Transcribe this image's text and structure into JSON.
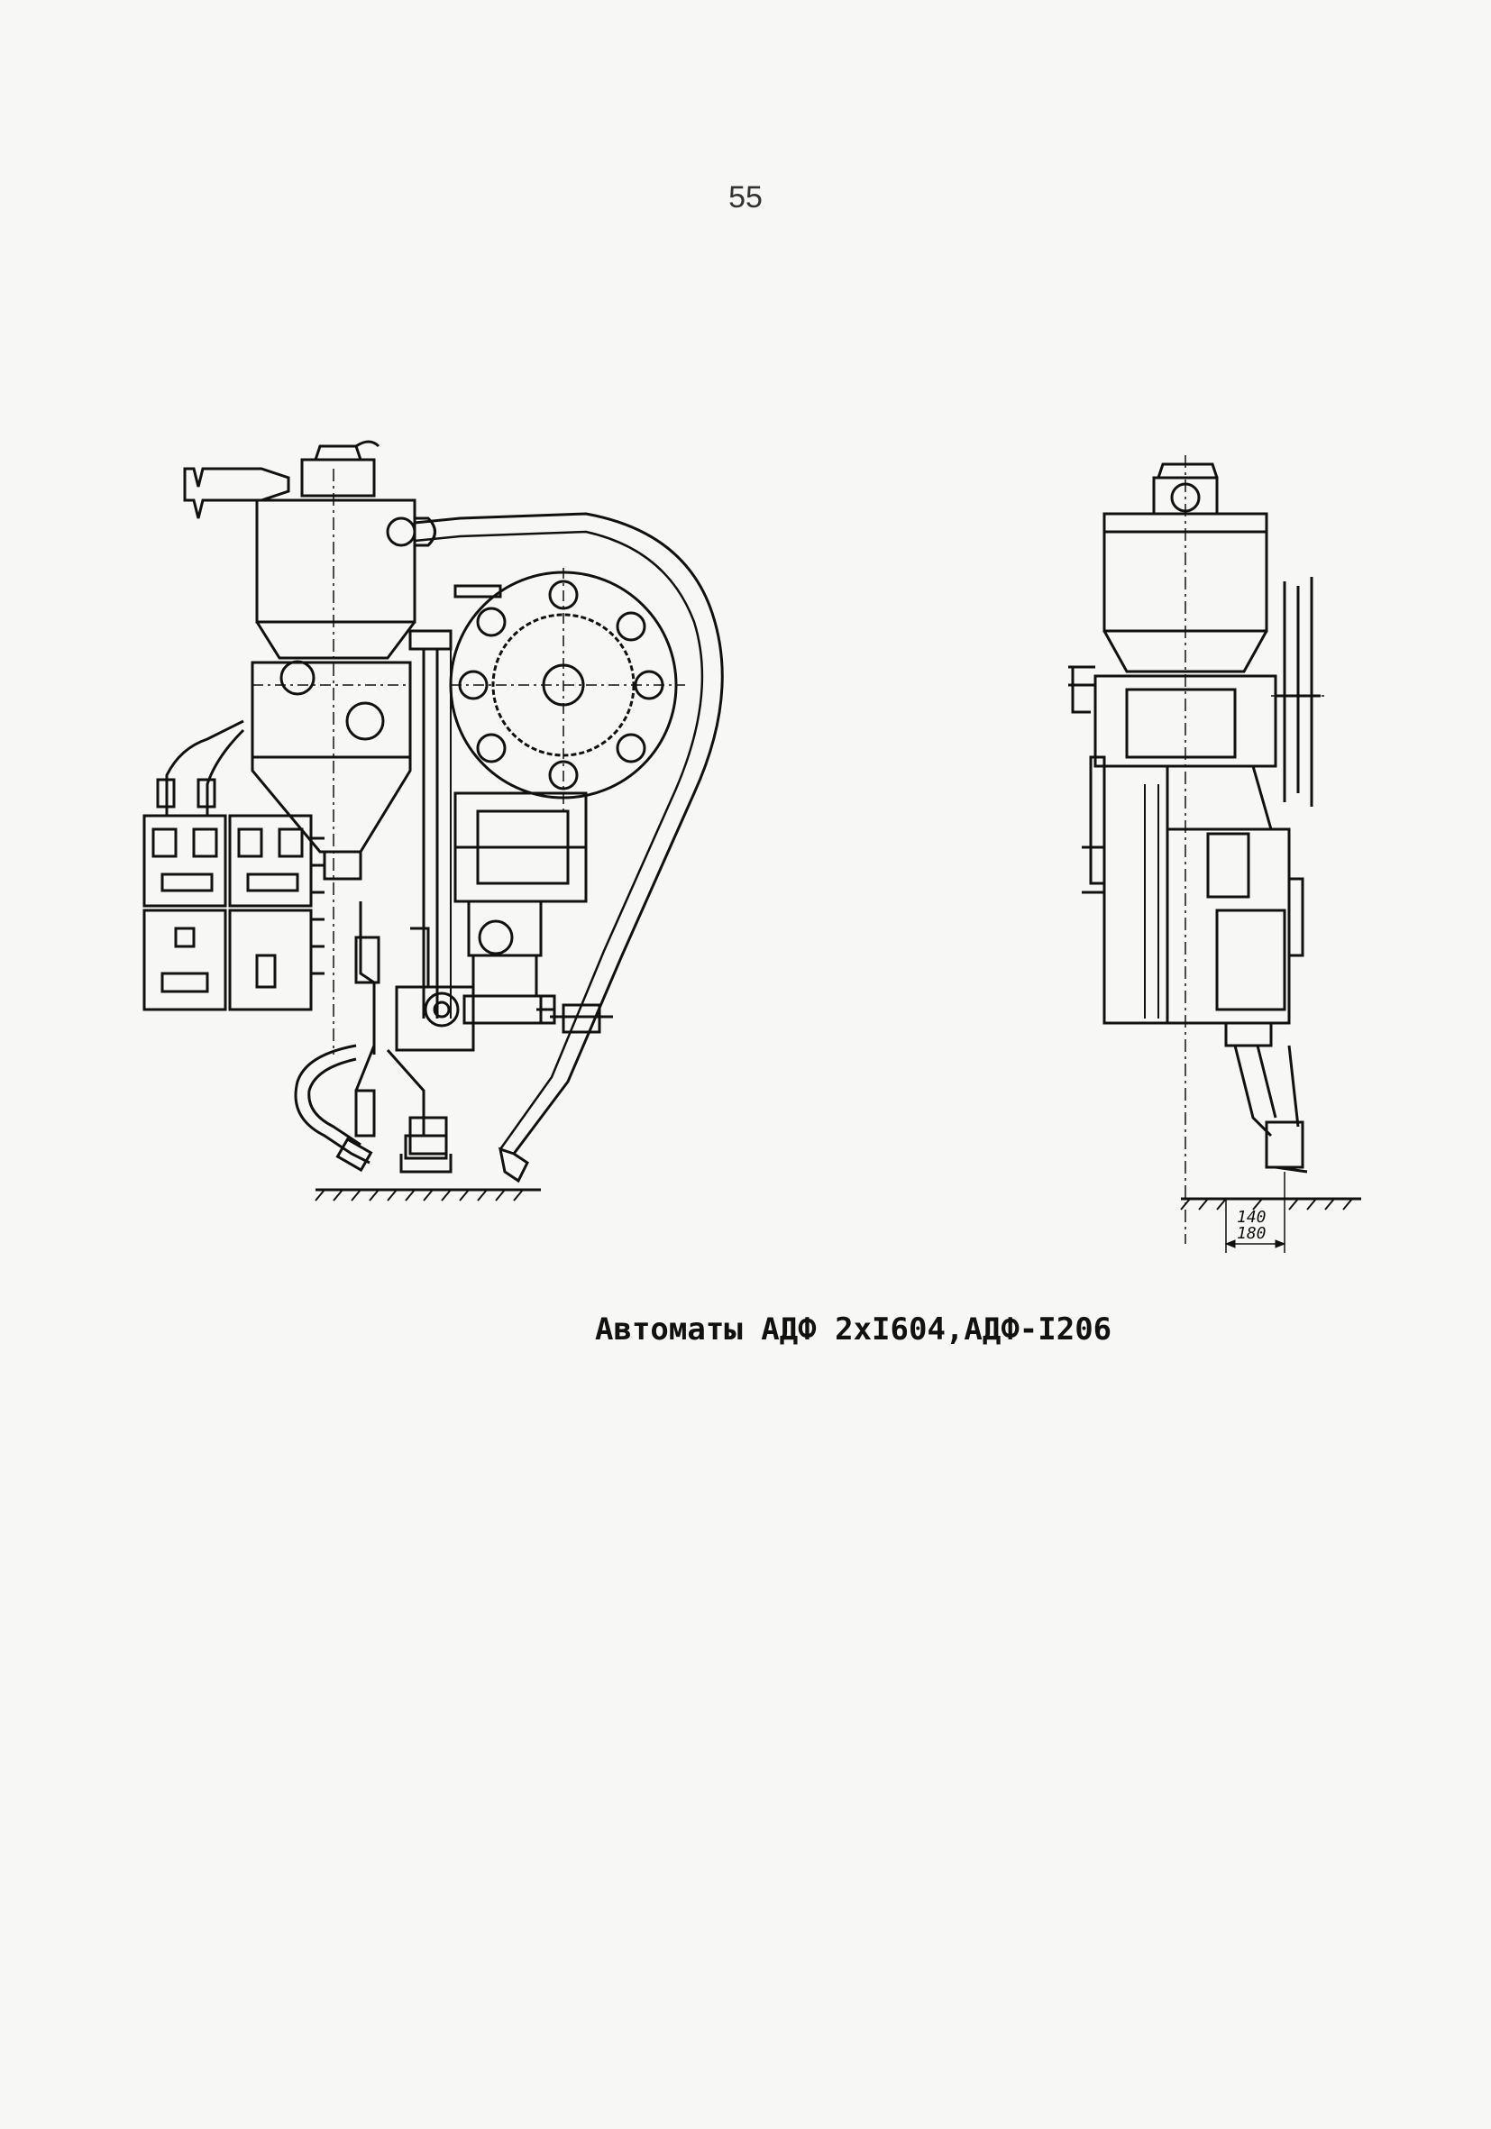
{
  "page": {
    "number": "55",
    "caption": "Автоматы АДФ 2хI604,АДФ-I206"
  },
  "drawing": {
    "dimension_upper": "140",
    "dimension_lower": "180"
  }
}
